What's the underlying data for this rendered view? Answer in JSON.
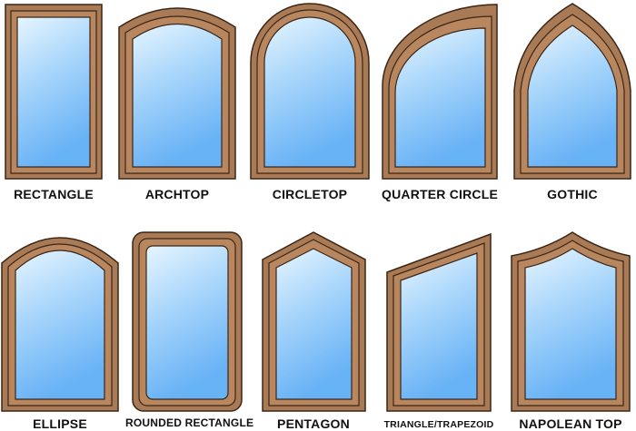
{
  "colors": {
    "frame_outer": "#a87a55",
    "frame_inner": "#b8875f",
    "frame_stroke": "#3b2514",
    "glass_top": "#e6f5ff",
    "glass_bottom": "#68b2f6",
    "label": "#111111"
  },
  "windows": [
    {
      "label": "RECTANGLE"
    },
    {
      "label": "ARCHTOP"
    },
    {
      "label": "CIRCLETOP"
    },
    {
      "label": "QUARTER CIRCLE"
    },
    {
      "label": "GOTHIC"
    },
    {
      "label": "ELLIPSE"
    },
    {
      "label": "ROUNDED RECTANGLE"
    },
    {
      "label": "PENTAGON"
    },
    {
      "label": "TRIANGLE/TRAPEZOID"
    },
    {
      "label": "NAPOLEAN TOP"
    }
  ]
}
